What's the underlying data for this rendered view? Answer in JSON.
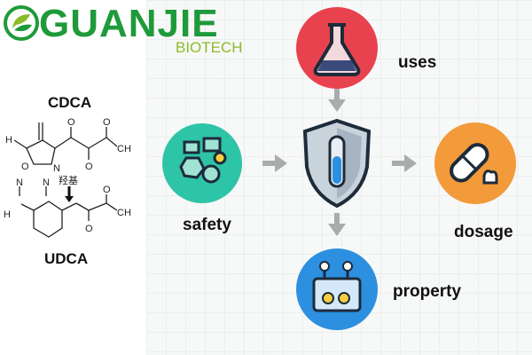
{
  "logo": {
    "name": "GUANJIE",
    "subtitle": "BIOTECH",
    "color": "#1f9a3a",
    "subtitle_color": "#8dbb2a"
  },
  "chemistry": {
    "top_compound": "CDCA",
    "bottom_compound": "UDCA",
    "transform_label": "羟基",
    "atoms": {
      "h": "H",
      "n": "N",
      "o": "O",
      "ch": "CH"
    }
  },
  "diagram": {
    "center": {
      "icon": "shield-test-tube-icon"
    },
    "nodes": [
      {
        "label": "uses",
        "icon": "flask-icon",
        "color": "#e8424e"
      },
      {
        "label": "safety",
        "icon": "molecule-icon",
        "color": "#2ec4a7"
      },
      {
        "label": "dosage",
        "icon": "pill-icon",
        "color": "#f39a3a"
      },
      {
        "label": "property",
        "icon": "circuit-icon",
        "color": "#2c8fe0"
      }
    ]
  }
}
